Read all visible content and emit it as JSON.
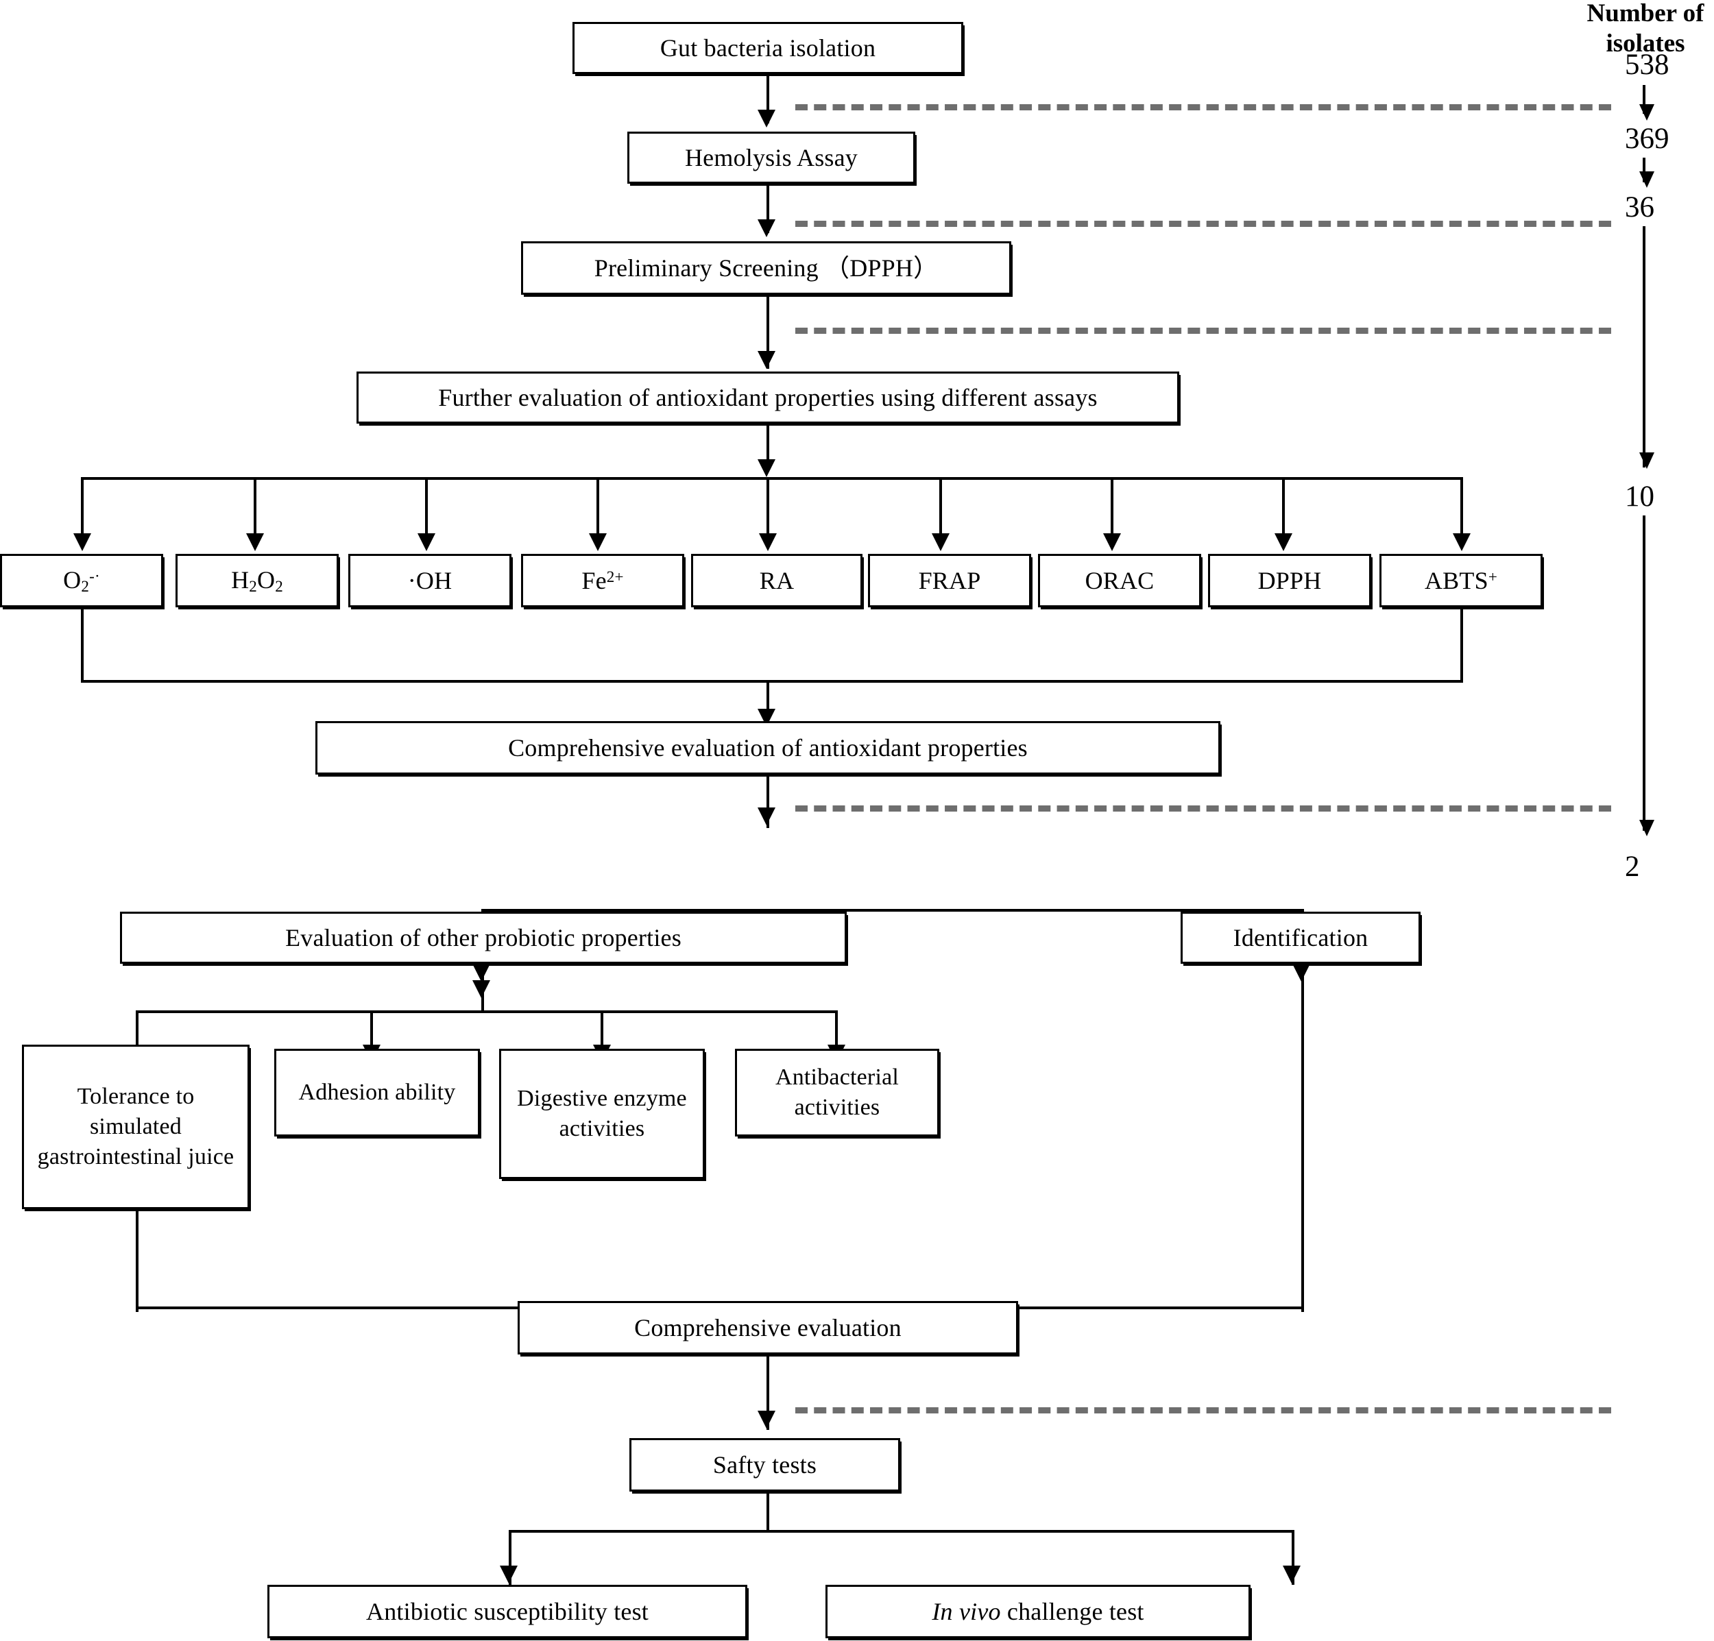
{
  "figure": {
    "type": "flowchart",
    "title_column": {
      "header_line1": "Number of",
      "header_line2": "isolates"
    }
  },
  "counts": [
    {
      "value": "538",
      "stage": "after-gut-bacteria-isolation"
    },
    {
      "value": "369",
      "stage": "after-hemolysis-assay"
    },
    {
      "value": "36",
      "stage": "after-preliminary-screening"
    },
    {
      "value": "10",
      "stage": "after-comprehensive-antioxidant-evaluation"
    },
    {
      "value": "2",
      "stage": "after-comprehensive-evaluation"
    }
  ],
  "nodes": {
    "gut_bacteria_isolation": "Gut bacteria isolation",
    "hemolysis_assay": "Hemolysis Assay",
    "preliminary_screening": "Preliminary Screening （DPPH）",
    "further_evaluation": "Further evaluation of antioxidant properties using different assays",
    "comprehensive_antioxidant": "Comprehensive evaluation of antioxidant properties",
    "other_probiotic": "Evaluation of other probiotic properties",
    "identification": "Identification",
    "comprehensive_evaluation": "Comprehensive evaluation",
    "safety_tests": "Safty tests",
    "antibiotic_test": "Antibiotic susceptibility test",
    "in_vivo_test_italic": "In vivo",
    "in_vivo_test_rest": " challenge test"
  },
  "assays": [
    {
      "id": "superoxide",
      "base": "O",
      "sub": "2",
      "sup": "-·"
    },
    {
      "id": "hydrogen-peroxide",
      "html": "H2O2"
    },
    {
      "id": "hydroxyl-radical",
      "plain": "·OH"
    },
    {
      "id": "ferrous-chelating",
      "base": "Fe",
      "sup": "2+"
    },
    {
      "id": "reducing-ability",
      "plain": "RA"
    },
    {
      "id": "frap",
      "plain": "FRAP"
    },
    {
      "id": "orac",
      "plain": "ORAC"
    },
    {
      "id": "dpph",
      "plain": "DPPH"
    },
    {
      "id": "abts",
      "base": "ABTS",
      "sup": "+"
    }
  ],
  "probiotic_properties": [
    "Tolerance to simulated gastrointestinal juice",
    "Adhesion ability",
    "Digestive enzyme activities",
    "Antibacterial activities"
  ],
  "colors": {
    "line": "#000000",
    "dashed_guide": "#6e6e6e",
    "box_fill": "#ffffff",
    "text": "#000000"
  }
}
